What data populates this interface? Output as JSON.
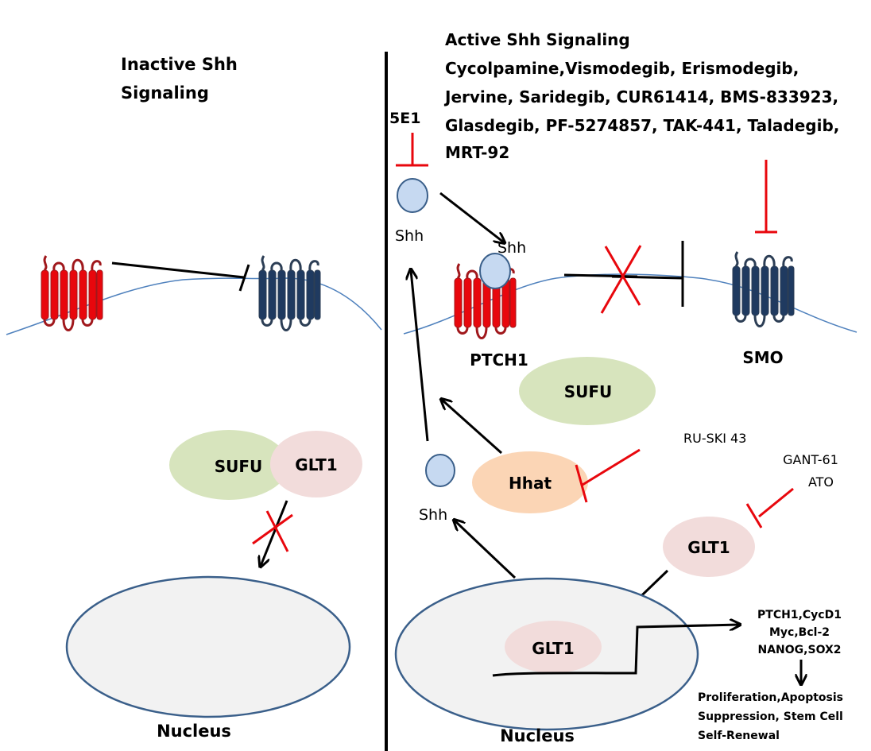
{
  "left_panel": {
    "title_line1": "Inactive Shh",
    "title_line2": "Signaling",
    "complex": {
      "sufu": "SUFU",
      "glt1": "GLT1"
    },
    "nucleus": "Nucleus"
  },
  "right_panel": {
    "title": "Active Shh Signaling",
    "smo_inhibitors": [
      "Cycolpamine,Vismodegib, Erismodegib,",
      "Jervine, Saridegib, CUR61414, BMS-833923,",
      "Glasdegib, PF-5274857, TAK-441, Taladegib,",
      "MRT-92"
    ],
    "antibody": "5E1",
    "shh_free": "Shh",
    "shh_bound": "Shh",
    "shh_lower": "Shh",
    "ptch1": "PTCH1",
    "smo": "SMO",
    "sufu": "SUFU",
    "hhat": "Hhat",
    "hhat_inhibitor": "RU-SKI 43",
    "glt1_inhibitors": [
      "GANT-61",
      "ATO"
    ],
    "glt1_cyto": "GLT1",
    "glt1_nuclear": "GLT1",
    "nucleus": "Nucleus",
    "target_genes": [
      "PTCH1,CycD1",
      "Myc,Bcl-2",
      "NANOG,SOX2"
    ],
    "outcomes": [
      "Proliferation,Apoptosis",
      "Suppression,  Stem Cell",
      "Self-Renewal"
    ]
  },
  "colors": {
    "ptch1": "#e8070d",
    "smo": "#1f3a60",
    "membrane": "#4f81bd",
    "inhibitor": "#e8070d",
    "sufu": "#d7e4bd",
    "glt1": "#f2dcdb",
    "hhat": "#fbd5b5",
    "shh": "#c6d9f1",
    "nucleus": "#f2f2f2"
  }
}
